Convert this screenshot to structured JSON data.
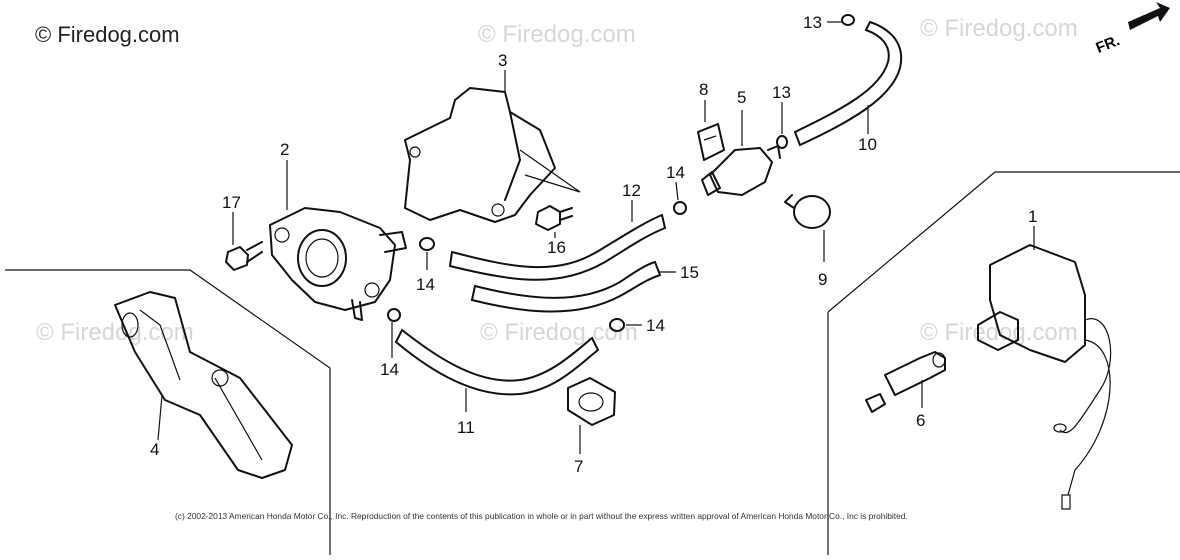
{
  "watermark": {
    "main": "© Firedog.com",
    "faint": "© Firedog.com"
  },
  "direction_label": "FR.",
  "callouts": {
    "c1": "1",
    "c2": "2",
    "c3": "3",
    "c4": "4",
    "c5": "5",
    "c6": "6",
    "c7": "7",
    "c8": "8",
    "c9": "9",
    "c10": "10",
    "c11": "11",
    "c12": "12",
    "c13a": "13",
    "c13b": "13",
    "c14a": "14",
    "c14b": "14",
    "c14c": "14",
    "c14d": "14",
    "c15": "15",
    "c16": "16",
    "c17": "17"
  },
  "copyright": "(c) 2002-2013 American Honda Motor Co., Inc. Reproduction of the contents of this publication in whole or in part without the express written approval of American Honda Motor Co., Inc is prohibited."
}
